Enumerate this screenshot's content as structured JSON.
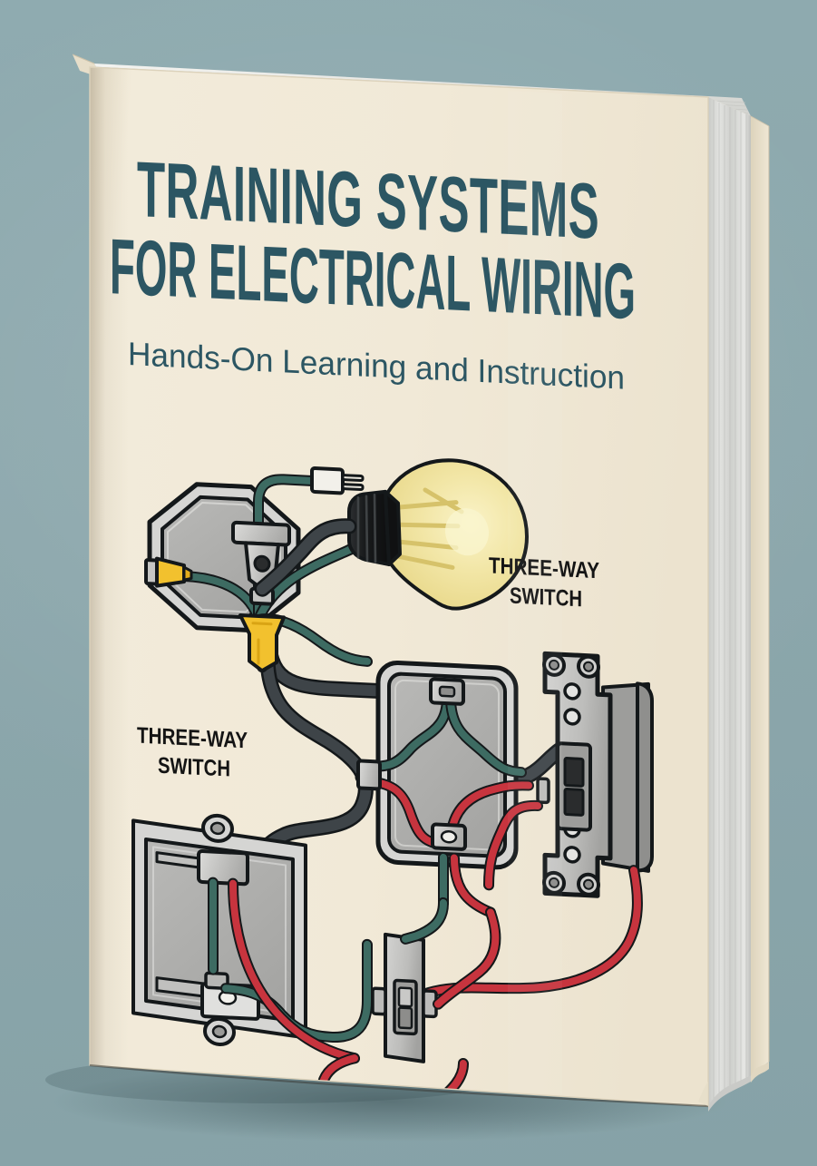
{
  "scene": {
    "type": "book-cover-3d-mockup",
    "background_color": "#8ca7ac",
    "shadow_color": "#5e787d"
  },
  "book": {
    "cover_color": "#f1e9d7",
    "cover_color_shadow": "#e3dac5",
    "page_edge_color": "#d7d8d4",
    "spine_side": "left",
    "top_edge_color": "#e8e3d6"
  },
  "cover": {
    "title_line_1": "TRAINING SYSTEMS",
    "title_line_2": "FOR ELECTRICAL WIRING",
    "subtitle": "Hands-On Learning and Instruction",
    "title_color": "#2c5663",
    "subtitle_color": "#2c5663",
    "label_color": "#141414"
  },
  "diagram": {
    "name": "three-way-switch-wiring-diagram",
    "labels": [
      {
        "id": "label-right",
        "text_line_1": "THREE-WAY",
        "text_line_2": "SWITCH"
      },
      {
        "id": "label-left",
        "text_line_1": "THREE-WAY",
        "text_line_2": "SWITCH"
      }
    ],
    "colors": {
      "cable_black": "#3e4448",
      "wire_green": "#3d6b62",
      "wire_red": "#c7343e",
      "wire_nut_yellow": "#f2c12e",
      "metal_light": "#d5d5d3",
      "metal_mid": "#b3b3b1",
      "metal_dark": "#9a9a98",
      "outline": "#14181a",
      "bulb_glass": "#f2e6a6",
      "bulb_filament": "#d6c26a",
      "socket_black": "#1d1f20"
    },
    "components": [
      {
        "id": "octagon-junction-box",
        "kind": "octagonal ceiling box"
      },
      {
        "id": "light-bulb",
        "kind": "incandescent lamp with socket"
      },
      {
        "id": "wire-nut-left",
        "kind": "yellow wire connector"
      },
      {
        "id": "wire-nut-center",
        "kind": "yellow wire connector"
      },
      {
        "id": "cable-clamp-top",
        "kind": "cable clamp with screw"
      },
      {
        "id": "switch-box-center",
        "kind": "single-gang switch box"
      },
      {
        "id": "switch-box-lower-left",
        "kind": "single-gang switch box"
      },
      {
        "id": "toggle-switch-right",
        "kind": "three-way toggle switch with yoke"
      },
      {
        "id": "toggle-switch-bottom",
        "kind": "three-way toggle switch"
      },
      {
        "id": "ground-connector-top",
        "kind": "push-in wire connector"
      }
    ]
  }
}
